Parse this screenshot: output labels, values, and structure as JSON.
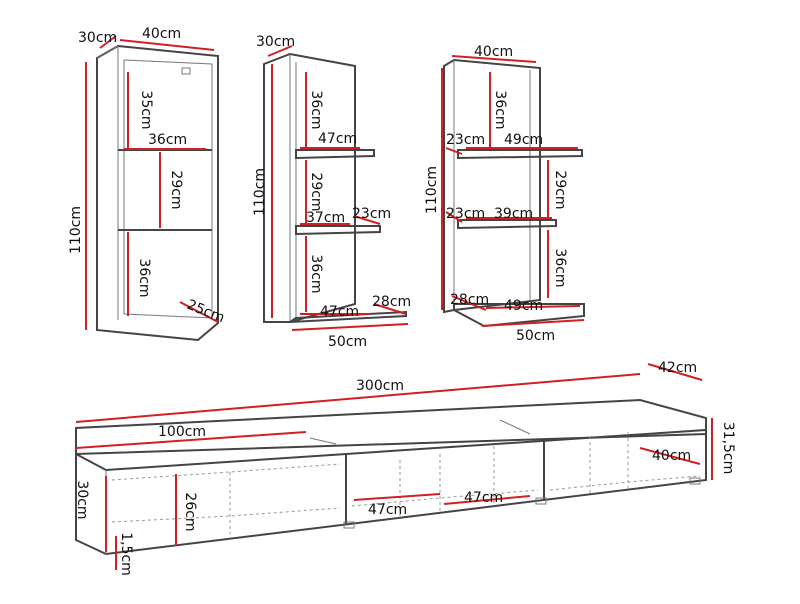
{
  "diagram": {
    "cabinet": {
      "depth": "30cm",
      "width": "40cm",
      "height": "110cm",
      "top_compartment": "35cm",
      "shelf_width": "36cm",
      "middle_compartment": "29cm",
      "bottom_compartment": "36cm",
      "inner_depth": "25cm"
    },
    "left_shelf": {
      "depth": "30cm",
      "height": "110cm",
      "top_gap": "36cm",
      "shelf_top": "47cm",
      "middle_gap": "29cm",
      "shelf_middle": "37cm",
      "shelf_middle_depth": "23cm",
      "bottom_gap": "36cm",
      "shelf_bottom": "47cm",
      "shelf_bottom_depth": "28cm",
      "base_width": "50cm"
    },
    "right_shelf": {
      "width": "40cm",
      "height": "110cm",
      "top_gap": "36cm",
      "shelf_top_depth": "23cm",
      "shelf_top": "49cm",
      "middle_gap": "29cm",
      "shelf_middle_depth": "23cm",
      "shelf_middle": "39cm",
      "bottom_gap": "36cm",
      "shelf_bottom_depth": "28cm",
      "shelf_bottom": "49cm",
      "base_width": "50cm"
    },
    "tv_unit": {
      "total_width": "300cm",
      "depth": "42cm",
      "module_width": "100cm",
      "height": "31,5cm",
      "front_height": "30cm",
      "inner_height": "26cm",
      "base_thickness": "1,5cm",
      "compartment_a": "47cm",
      "compartment_b": "47cm",
      "inner_depth": "40cm"
    }
  }
}
